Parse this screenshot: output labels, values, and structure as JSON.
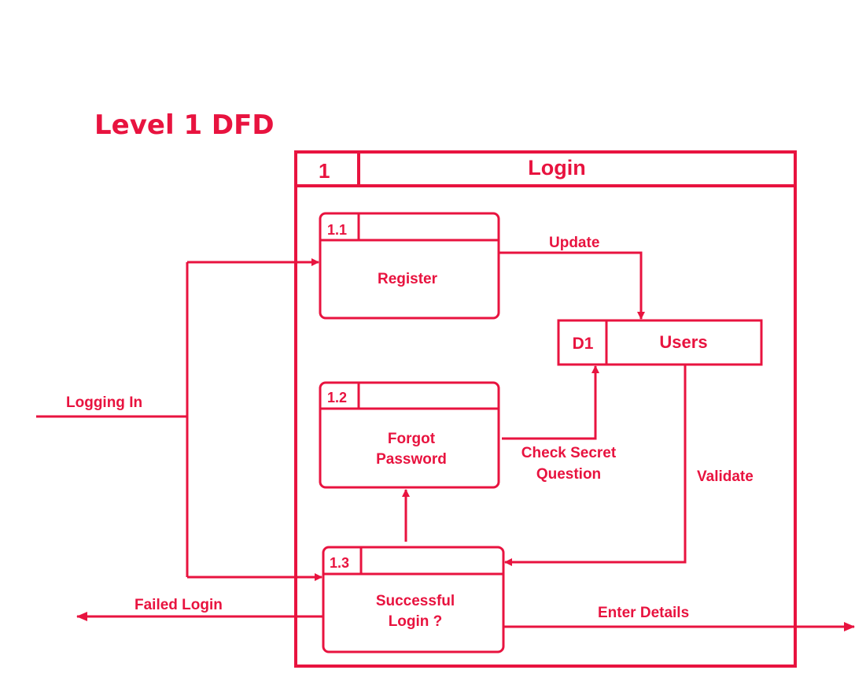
{
  "colors": {
    "accent": "#e8133f",
    "background": "#ffffff"
  },
  "title": "Level 1 DFD",
  "main_process": {
    "id": "1",
    "name": "Login"
  },
  "processes": {
    "register": {
      "id": "1.1",
      "lines": [
        "Register"
      ]
    },
    "forgot": {
      "id": "1.2",
      "lines": [
        "Forgot",
        "Password"
      ]
    },
    "success": {
      "id": "1.3",
      "lines": [
        "Successful",
        "Login ?"
      ]
    }
  },
  "datastore": {
    "id": "D1",
    "name": "Users"
  },
  "flows": {
    "logging_in": "Logging In",
    "update": "Update",
    "check_secret": [
      "Check Secret",
      "Question"
    ],
    "validate": "Validate",
    "failed_login": "Failed Login",
    "enter_details": "Enter Details"
  }
}
